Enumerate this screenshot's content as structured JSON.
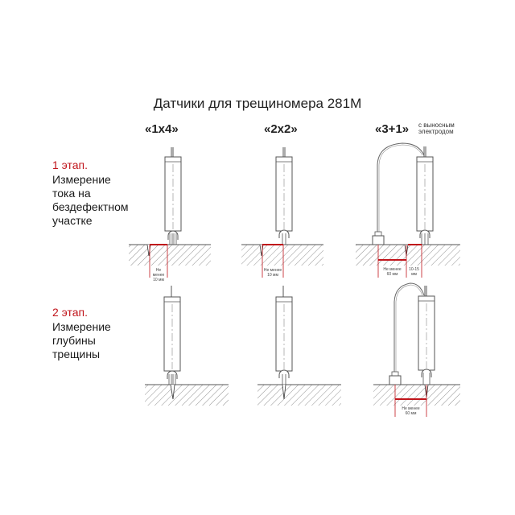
{
  "title": "Датчики для трещиномера 281М",
  "columns": [
    {
      "label": "«1x4»"
    },
    {
      "label": "«2x2»"
    },
    {
      "label": "«3+1»",
      "note_line1": "с выносным",
      "note_line2": "электродом"
    }
  ],
  "stages": [
    {
      "title": "1 этап.",
      "desc_lines": [
        "Измерение",
        "тока на",
        "бездефектном",
        "участке"
      ]
    },
    {
      "title": "2 этап.",
      "desc_lines": [
        "Измерение",
        "глубины",
        "трещины"
      ]
    }
  ],
  "dimensions": {
    "min10_line1": "Не менее",
    "min10_line2": "10 мм",
    "min60_line1": "Не менее",
    "min60_line2": "60 мм",
    "range_line1": "10-15",
    "range_line2": "мм"
  },
  "colors": {
    "accent_red": "#c0151b",
    "line": "#555555"
  }
}
